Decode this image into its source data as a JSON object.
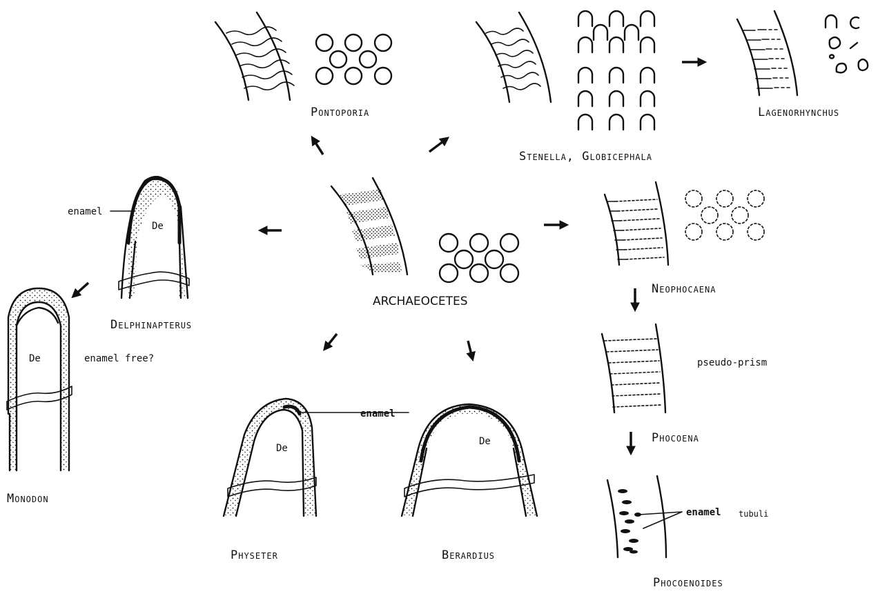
{
  "taxa": {
    "archaeocetes": "ARCHAEOCETES",
    "pontoporia": "Pontoporia",
    "stenella": "Stenella, Globicephala",
    "lagenorhynchus": "Lagenorhynchus",
    "neophocaena": "Neophocaena",
    "phocoena": "Phocoena",
    "phocoenoides": "Phocoenoides",
    "delphinapterus": "Delphinapterus",
    "monodon": "Monodon",
    "physeter": "Physeter",
    "berardius": "Berardius"
  },
  "labels": {
    "enamel": "enamel",
    "dentine": "De",
    "enamel_free": "enamel free?",
    "pseudo_prism": "pseudo-prism",
    "tubuli": "tubuli"
  },
  "colors": {
    "ink": "#111111",
    "paper": "#ffffff"
  }
}
